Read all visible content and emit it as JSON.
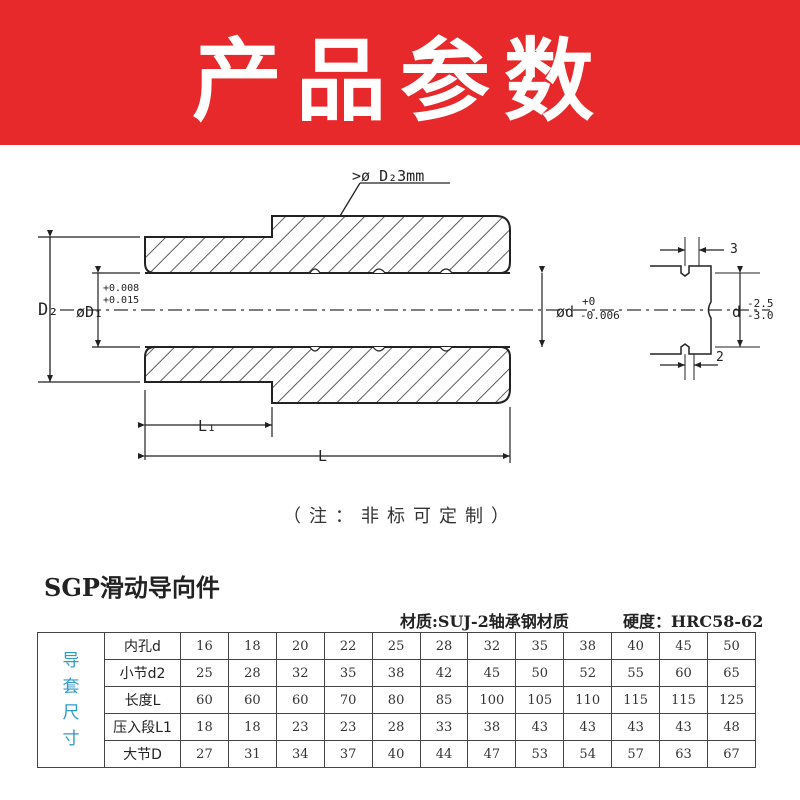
{
  "banner": {
    "title": "产品参数"
  },
  "drawing": {
    "labels": {
      "d2_callout": ">ø D₂3mm",
      "d2": "D₂",
      "d1": "øD₁",
      "d1_tol_upper": "+0.008",
      "d1_tol_lower": "+0.015",
      "d": "ød",
      "d_tol_upper": "+0",
      "d_tol_lower": "-0.006",
      "d_small": "d",
      "d_small_tol_upper": "-2.5",
      "d_small_tol_lower": "-3.0",
      "groove_top": "3",
      "groove_bottom": "2",
      "l1": "L₁",
      "l": "L"
    }
  },
  "note": "（注：非标可定制）",
  "spec": {
    "title": "SGP滑动导向件",
    "material": "材质:SUJ-2轴承钢材质",
    "hardness": "硬度：HRC58-62",
    "category": "导套尺寸",
    "rows": [
      {
        "label": "内孔d",
        "values": [
          "16",
          "18",
          "20",
          "22",
          "25",
          "28",
          "32",
          "35",
          "38",
          "40",
          "45",
          "50"
        ]
      },
      {
        "label": "小节d2",
        "values": [
          "25",
          "28",
          "32",
          "35",
          "38",
          "42",
          "45",
          "50",
          "52",
          "55",
          "60",
          "65"
        ]
      },
      {
        "label": "长度L",
        "values": [
          "60",
          "60",
          "60",
          "70",
          "80",
          "85",
          "100",
          "105",
          "110",
          "115",
          "115",
          "125"
        ]
      },
      {
        "label": "压入段L1",
        "values": [
          "18",
          "18",
          "23",
          "23",
          "28",
          "33",
          "38",
          "43",
          "43",
          "43",
          "43",
          "48"
        ]
      },
      {
        "label": "大节D",
        "values": [
          "27",
          "31",
          "34",
          "37",
          "40",
          "44",
          "47",
          "53",
          "54",
          "57",
          "63",
          "67"
        ]
      }
    ]
  }
}
